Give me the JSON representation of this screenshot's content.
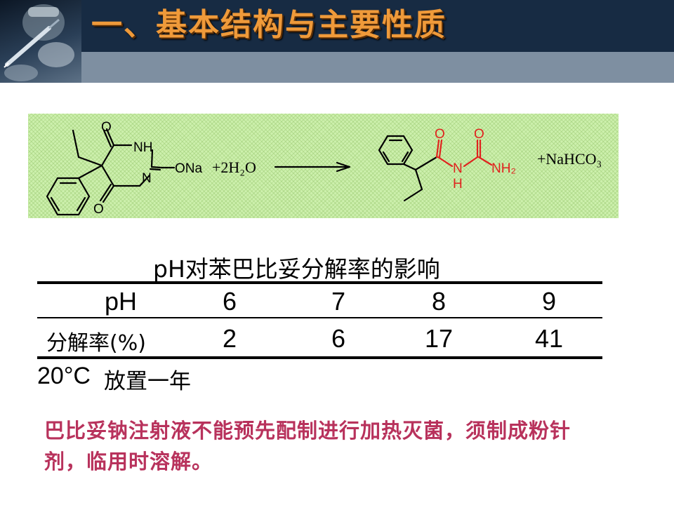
{
  "header": {
    "title": "一、基本结构与主要性质"
  },
  "reaction": {
    "reactant_labels": [
      "O",
      "NH",
      "ONa",
      "N",
      "O"
    ],
    "plus_water": "+2H₂O",
    "product_labels": [
      "O",
      "O",
      "N",
      "H",
      "NH₂"
    ],
    "byproduct": "+NaHCO₃",
    "colors": {
      "panel": "#cdf0ad",
      "highlight": "#e0221e"
    }
  },
  "table": {
    "title": "pH对苯巴比妥分解率的影响",
    "header_label": "pH",
    "ph_values": [
      "6",
      "7",
      "8",
      "9"
    ],
    "rate_label": "分解率(%)",
    "rate_values": [
      "2",
      "6",
      "17",
      "41"
    ],
    "condition_temp": "20°C",
    "condition_time": "放置一年"
  },
  "note": {
    "text": "巴比妥钠注射液不能预先配制进行加热灭菌，须制成粉针剂，临用时溶解。",
    "color": "#b8325c"
  }
}
